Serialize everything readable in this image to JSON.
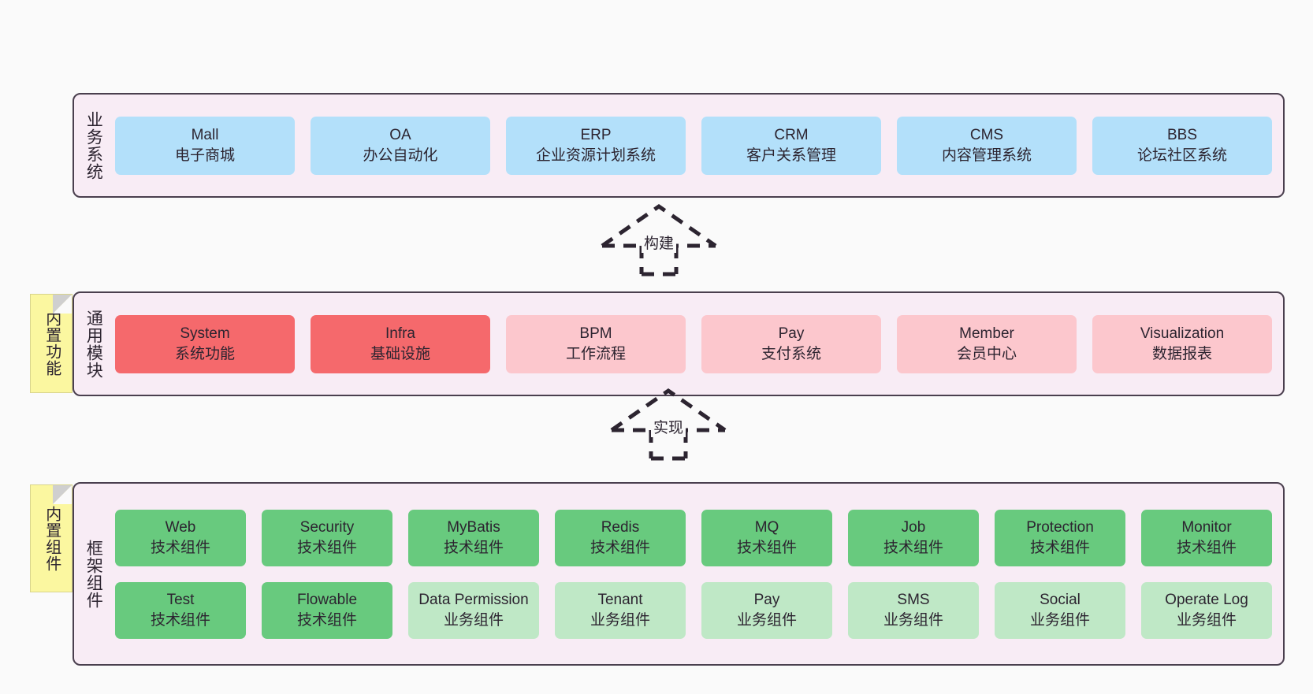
{
  "diagram": {
    "background_color": "#fafafa",
    "panel_color": "#f8ecf5",
    "panel_border_color": "#4a3f4e",
    "note_color": "#fbf7a0"
  },
  "layers": [
    {
      "id": "business",
      "title": "业务系统",
      "note": null,
      "rows": [
        {
          "cards": [
            {
              "l1": "Mall",
              "l2": "电子商城",
              "color": "#b3e0fa",
              "style": "c-blue"
            },
            {
              "l1": "OA",
              "l2": "办公自动化",
              "color": "#b3e0fa",
              "style": "c-blue"
            },
            {
              "l1": "ERP",
              "l2": "企业资源计划系统",
              "color": "#b3e0fa",
              "style": "c-blue"
            },
            {
              "l1": "CRM",
              "l2": "客户关系管理",
              "color": "#b3e0fa",
              "style": "c-blue"
            },
            {
              "l1": "CMS",
              "l2": "内容管理系统",
              "color": "#b3e0fa",
              "style": "c-blue"
            },
            {
              "l1": "BBS",
              "l2": "论坛社区系统",
              "color": "#b3e0fa",
              "style": "c-blue"
            }
          ]
        }
      ]
    },
    {
      "id": "modules",
      "title": "通用模块",
      "note": "内置功能",
      "rows": [
        {
          "cards": [
            {
              "l1": "System",
              "l2": "系统功能",
              "color": "#f5696c",
              "style": "c-red"
            },
            {
              "l1": "Infra",
              "l2": "基础设施",
              "color": "#f5696c",
              "style": "c-red"
            },
            {
              "l1": "BPM",
              "l2": "工作流程",
              "color": "#fcc7cd",
              "style": "c-pink"
            },
            {
              "l1": "Pay",
              "l2": "支付系统",
              "color": "#fcc7cd",
              "style": "c-pink"
            },
            {
              "l1": "Member",
              "l2": "会员中心",
              "color": "#fcc7cd",
              "style": "c-pink"
            },
            {
              "l1": "Visualization",
              "l2": "数据报表",
              "color": "#fcc7cd",
              "style": "c-pink"
            }
          ]
        }
      ]
    },
    {
      "id": "framework",
      "title": "框架组件",
      "note": "内置组件",
      "rows": [
        {
          "cards": [
            {
              "l1": "Web",
              "l2": "技术组件",
              "color": "#68ca7e",
              "style": "c-green"
            },
            {
              "l1": "Security",
              "l2": "技术组件",
              "color": "#68ca7e",
              "style": "c-green"
            },
            {
              "l1": "MyBatis",
              "l2": "技术组件",
              "color": "#68ca7e",
              "style": "c-green"
            },
            {
              "l1": "Redis",
              "l2": "技术组件",
              "color": "#68ca7e",
              "style": "c-green"
            },
            {
              "l1": "MQ",
              "l2": "技术组件",
              "color": "#68ca7e",
              "style": "c-green"
            },
            {
              "l1": "Job",
              "l2": "技术组件",
              "color": "#68ca7e",
              "style": "c-green"
            },
            {
              "l1": "Protection",
              "l2": "技术组件",
              "color": "#68ca7e",
              "style": "c-green"
            },
            {
              "l1": "Monitor",
              "l2": "技术组件",
              "color": "#68ca7e",
              "style": "c-green"
            }
          ]
        },
        {
          "cards": [
            {
              "l1": "Test",
              "l2": "技术组件",
              "color": "#68ca7e",
              "style": "c-green"
            },
            {
              "l1": "Flowable",
              "l2": "技术组件",
              "color": "#68ca7e",
              "style": "c-green"
            },
            {
              "l1": "Data Permission",
              "l2": "业务组件",
              "color": "#bfe8c6",
              "style": "c-greenlite wrap"
            },
            {
              "l1": "Tenant",
              "l2": "业务组件",
              "color": "#bfe8c6",
              "style": "c-greenlite"
            },
            {
              "l1": "Pay",
              "l2": "业务组件",
              "color": "#bfe8c6",
              "style": "c-greenlite"
            },
            {
              "l1": "SMS",
              "l2": "业务组件",
              "color": "#bfe8c6",
              "style": "c-greenlite"
            },
            {
              "l1": "Social",
              "l2": "业务组件",
              "color": "#bfe8c6",
              "style": "c-greenlite"
            },
            {
              "l1": "Operate Log",
              "l2": "业务组件",
              "color": "#bfe8c6",
              "style": "c-greenlite"
            }
          ]
        }
      ]
    }
  ],
  "connectors": [
    {
      "id": "build",
      "label": "构建",
      "from": "modules",
      "to": "business",
      "style": "dashed-hollow-arrow"
    },
    {
      "id": "impl",
      "label": "实现",
      "from": "framework",
      "to": "modules",
      "style": "dashed-hollow-arrow"
    }
  ]
}
